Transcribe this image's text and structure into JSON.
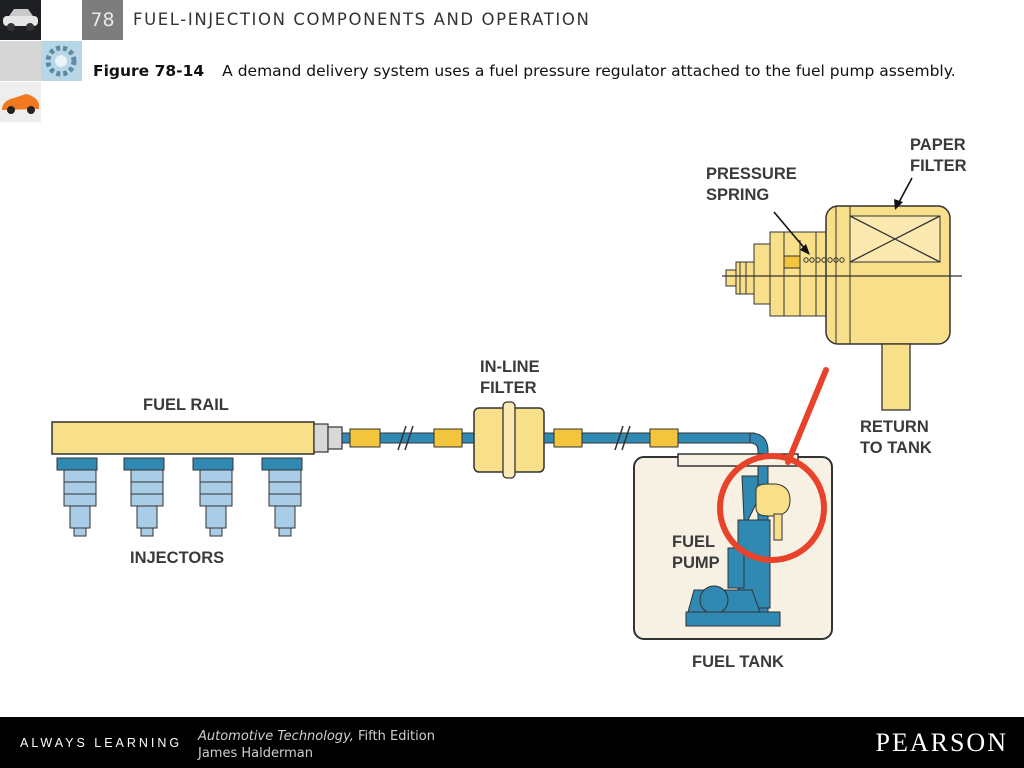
{
  "header": {
    "chapter_number": "78",
    "chapter_title": "FUEL-INJECTION COMPONENTS AND OPERATION"
  },
  "caption": {
    "figure_label": "Figure 78-14",
    "text": "A demand delivery system uses a fuel pressure regulator attached to the fuel pump assembly."
  },
  "diagram": {
    "labels": {
      "paper_filter_1": "PAPER",
      "paper_filter_2": "FILTER",
      "pressure_spring_1": "PRESSURE",
      "pressure_spring_2": "SPRING",
      "inline_filter_1": "IN-LINE",
      "inline_filter_2": "FILTER",
      "fuel_rail": "FUEL RAIL",
      "return_1": "RETURN",
      "return_2": "TO TANK",
      "injectors": "INJECTORS",
      "fuel_pump_1": "FUEL",
      "fuel_pump_2": "PUMP",
      "fuel_tank": "FUEL TANK"
    },
    "colors": {
      "component_fill": "#f8df8a",
      "fuel_line": "#2f89b3",
      "injector": "#a9cde6",
      "highlight": "#e8432a",
      "tank_fill": "#f7f1e3"
    }
  },
  "footer": {
    "tagline": "ALWAYS LEARNING",
    "book_title": "Automotive Technology,",
    "edition": " Fifth Edition",
    "author": "James Halderman",
    "publisher": "PEARSON"
  }
}
